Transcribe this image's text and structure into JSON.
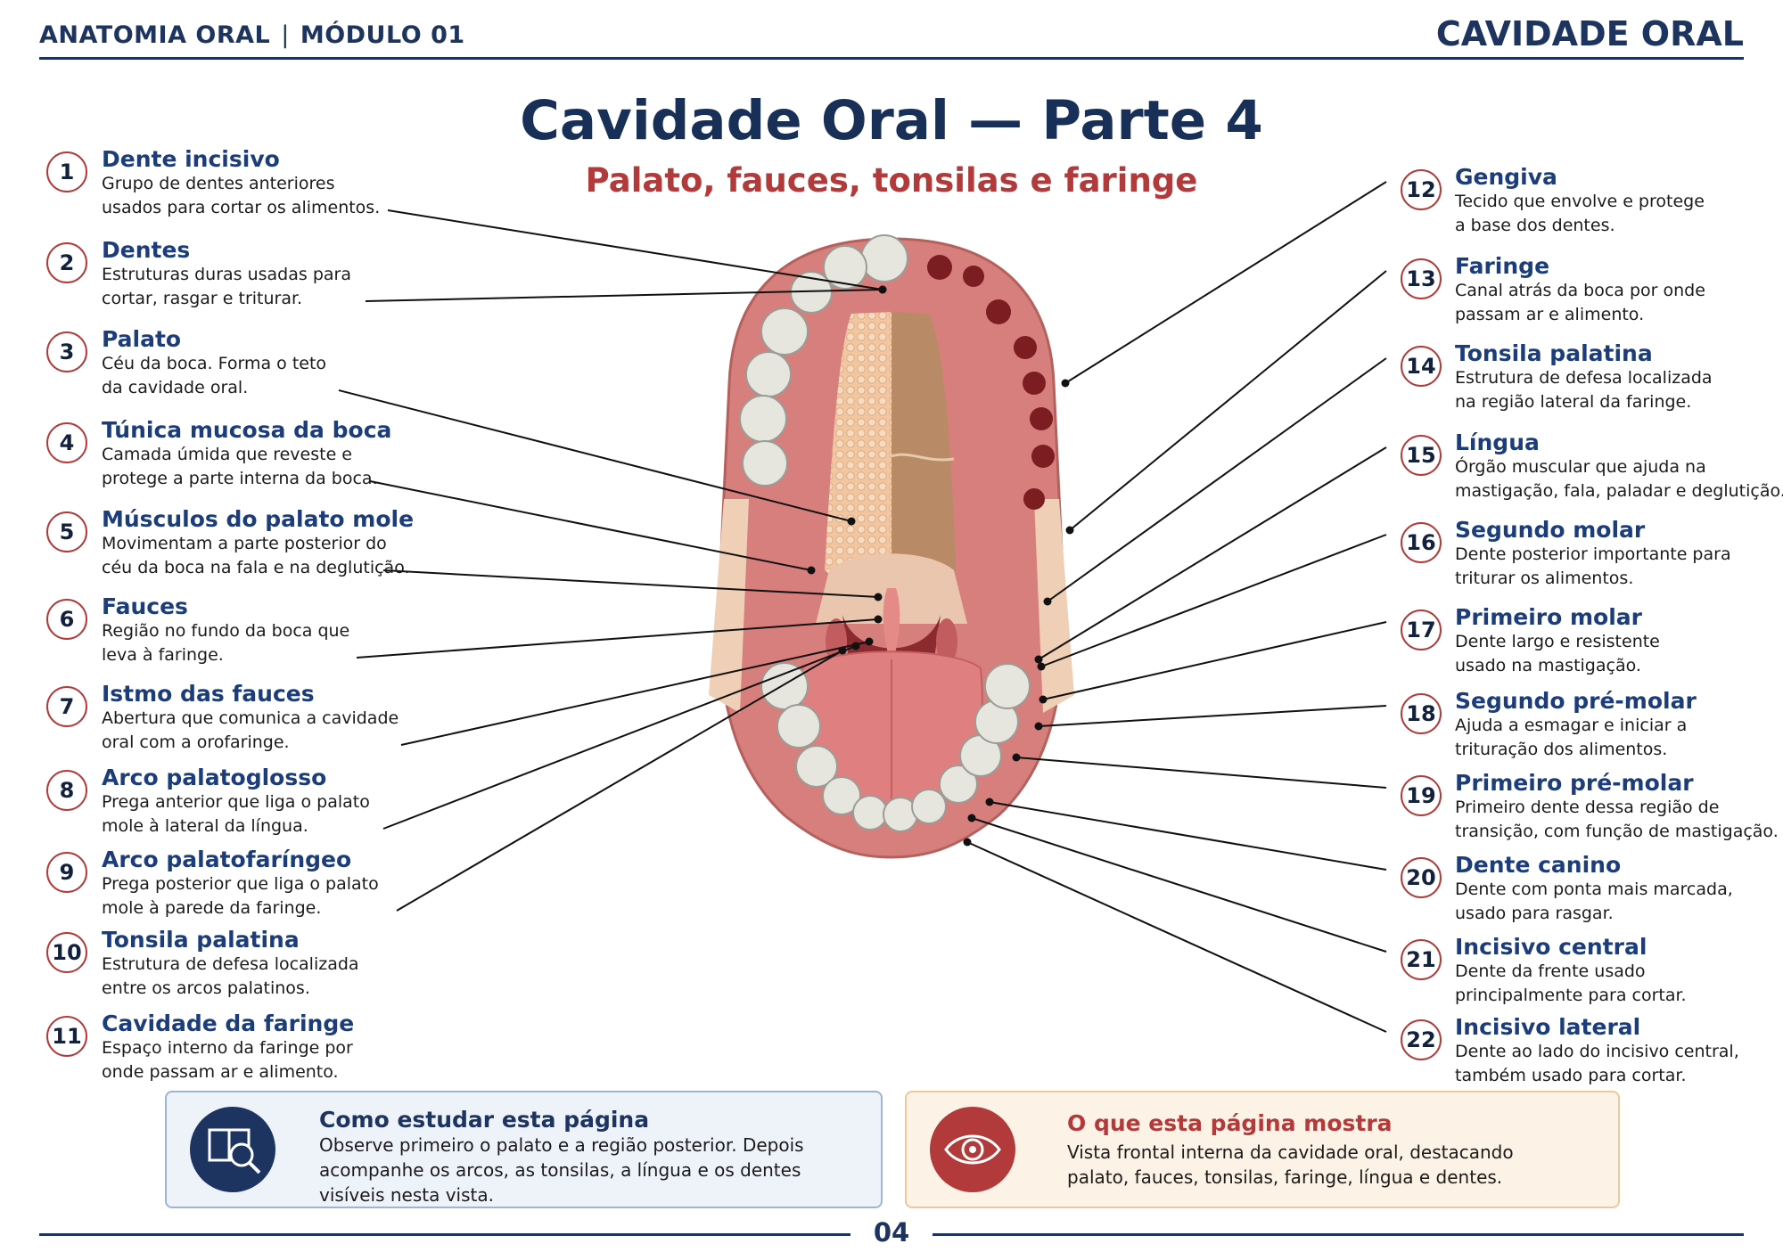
{
  "header": {
    "left_a": "ANATOMIA ORAL",
    "left_sep": "|",
    "left_b": "MÓDULO 01",
    "right": "CAVIDADE ORAL"
  },
  "title": "Cavidade Oral — Parte 4",
  "subtitle": "Palato, fauces, tonsilas e faringe",
  "labels_left": [
    {
      "n": "1",
      "name": "Dente incisivo",
      "desc": [
        "Grupo de dentes anteriores",
        "usados para cortar os alimentos."
      ]
    },
    {
      "n": "2",
      "name": "Dentes",
      "desc": [
        "Estruturas duras usadas para",
        "cortar, rasgar e triturar."
      ]
    },
    {
      "n": "3",
      "name": "Palato",
      "desc": [
        "Céu da boca. Forma o teto",
        "da cavidade oral."
      ]
    },
    {
      "n": "4",
      "name": "Túnica mucosa da boca",
      "desc": [
        "Camada úmida que reveste e",
        "protege a parte interna da boca."
      ]
    },
    {
      "n": "5",
      "name": "Músculos do palato mole",
      "desc": [
        "Movimentam a parte posterior do",
        "céu da boca na fala e na deglutição."
      ]
    },
    {
      "n": "6",
      "name": "Fauces",
      "desc": [
        "Região no fundo da boca que",
        "leva à faringe."
      ]
    },
    {
      "n": "7",
      "name": "Istmo das fauces",
      "desc": [
        "Abertura que comunica a cavidade",
        "oral com a orofaringe."
      ]
    },
    {
      "n": "8",
      "name": "Arco palatoglosso",
      "desc": [
        "Prega anterior que liga o palato",
        "mole à lateral da língua."
      ]
    },
    {
      "n": "9",
      "name": "Arco palatofaríngeo",
      "desc": [
        "Prega posterior que liga o palato",
        "mole à parede da faringe."
      ]
    },
    {
      "n": "10",
      "name": "Tonsila palatina",
      "desc": [
        "Estrutura de defesa localizada",
        "entre os arcos palatinos."
      ]
    },
    {
      "n": "11",
      "name": "Cavidade da faringe",
      "desc": [
        "Espaço interno da faringe por",
        "onde passam ar e alimento."
      ]
    }
  ],
  "labels_right": [
    {
      "n": "12",
      "name": "Gengiva",
      "desc": [
        "Tecido que envolve e protege",
        "a base dos dentes."
      ]
    },
    {
      "n": "13",
      "name": "Faringe",
      "desc": [
        "Canal atrás da boca por onde",
        "passam ar e alimento."
      ]
    },
    {
      "n": "14",
      "name": "Tonsila palatina",
      "desc": [
        "Estrutura de defesa localizada",
        "na região lateral da faringe."
      ]
    },
    {
      "n": "15",
      "name": "Língua",
      "desc": [
        "Órgão muscular que ajuda na",
        "mastigação, fala, paladar e deglutição."
      ]
    },
    {
      "n": "16",
      "name": "Segundo molar",
      "desc": [
        "Dente posterior importante para",
        "triturar os alimentos."
      ]
    },
    {
      "n": "17",
      "name": "Primeiro molar",
      "desc": [
        "Dente largo e resistente",
        "usado na mastigação."
      ]
    },
    {
      "n": "18",
      "name": "Segundo pré-molar",
      "desc": [
        "Ajuda a esmagar e iniciar a",
        "trituração dos alimentos."
      ]
    },
    {
      "n": "19",
      "name": "Primeiro pré-molar",
      "desc": [
        "Primeiro dente dessa região de",
        "transição, com função de mastigação."
      ]
    },
    {
      "n": "20",
      "name": "Dente canino",
      "desc": [
        "Dente com ponta mais marcada,",
        "usado para rasgar."
      ]
    },
    {
      "n": "21",
      "name": "Incisivo central",
      "desc": [
        "Dente da frente usado",
        "principalmente para cortar."
      ]
    },
    {
      "n": "22",
      "name": "Incisivo lateral",
      "desc": [
        "Dente ao lado do incisivo central,",
        "também usado para cortar."
      ]
    }
  ],
  "study_box": {
    "icon": "book-magnifier-icon",
    "title": "Como estudar esta página",
    "lines": [
      "Observe primeiro o palato e a região posterior. Depois",
      "acompanhe os arcos, as tonsilas, a língua e os dentes",
      "visíveis nesta vista."
    ]
  },
  "shows_box": {
    "icon": "eye-icon",
    "title": "O que esta página mostra",
    "lines": [
      "Vista frontal interna da cavidade oral, destacando",
      "palato, fauces, tonsilas, faringe, língua e dentes."
    ]
  },
  "page_number": "04",
  "colors": {
    "navy": "#1d3461",
    "accent_red": "#b23a3a",
    "gum": "#d77f7c",
    "tongue": "#e07f80",
    "tooth": "#e6e6df"
  }
}
